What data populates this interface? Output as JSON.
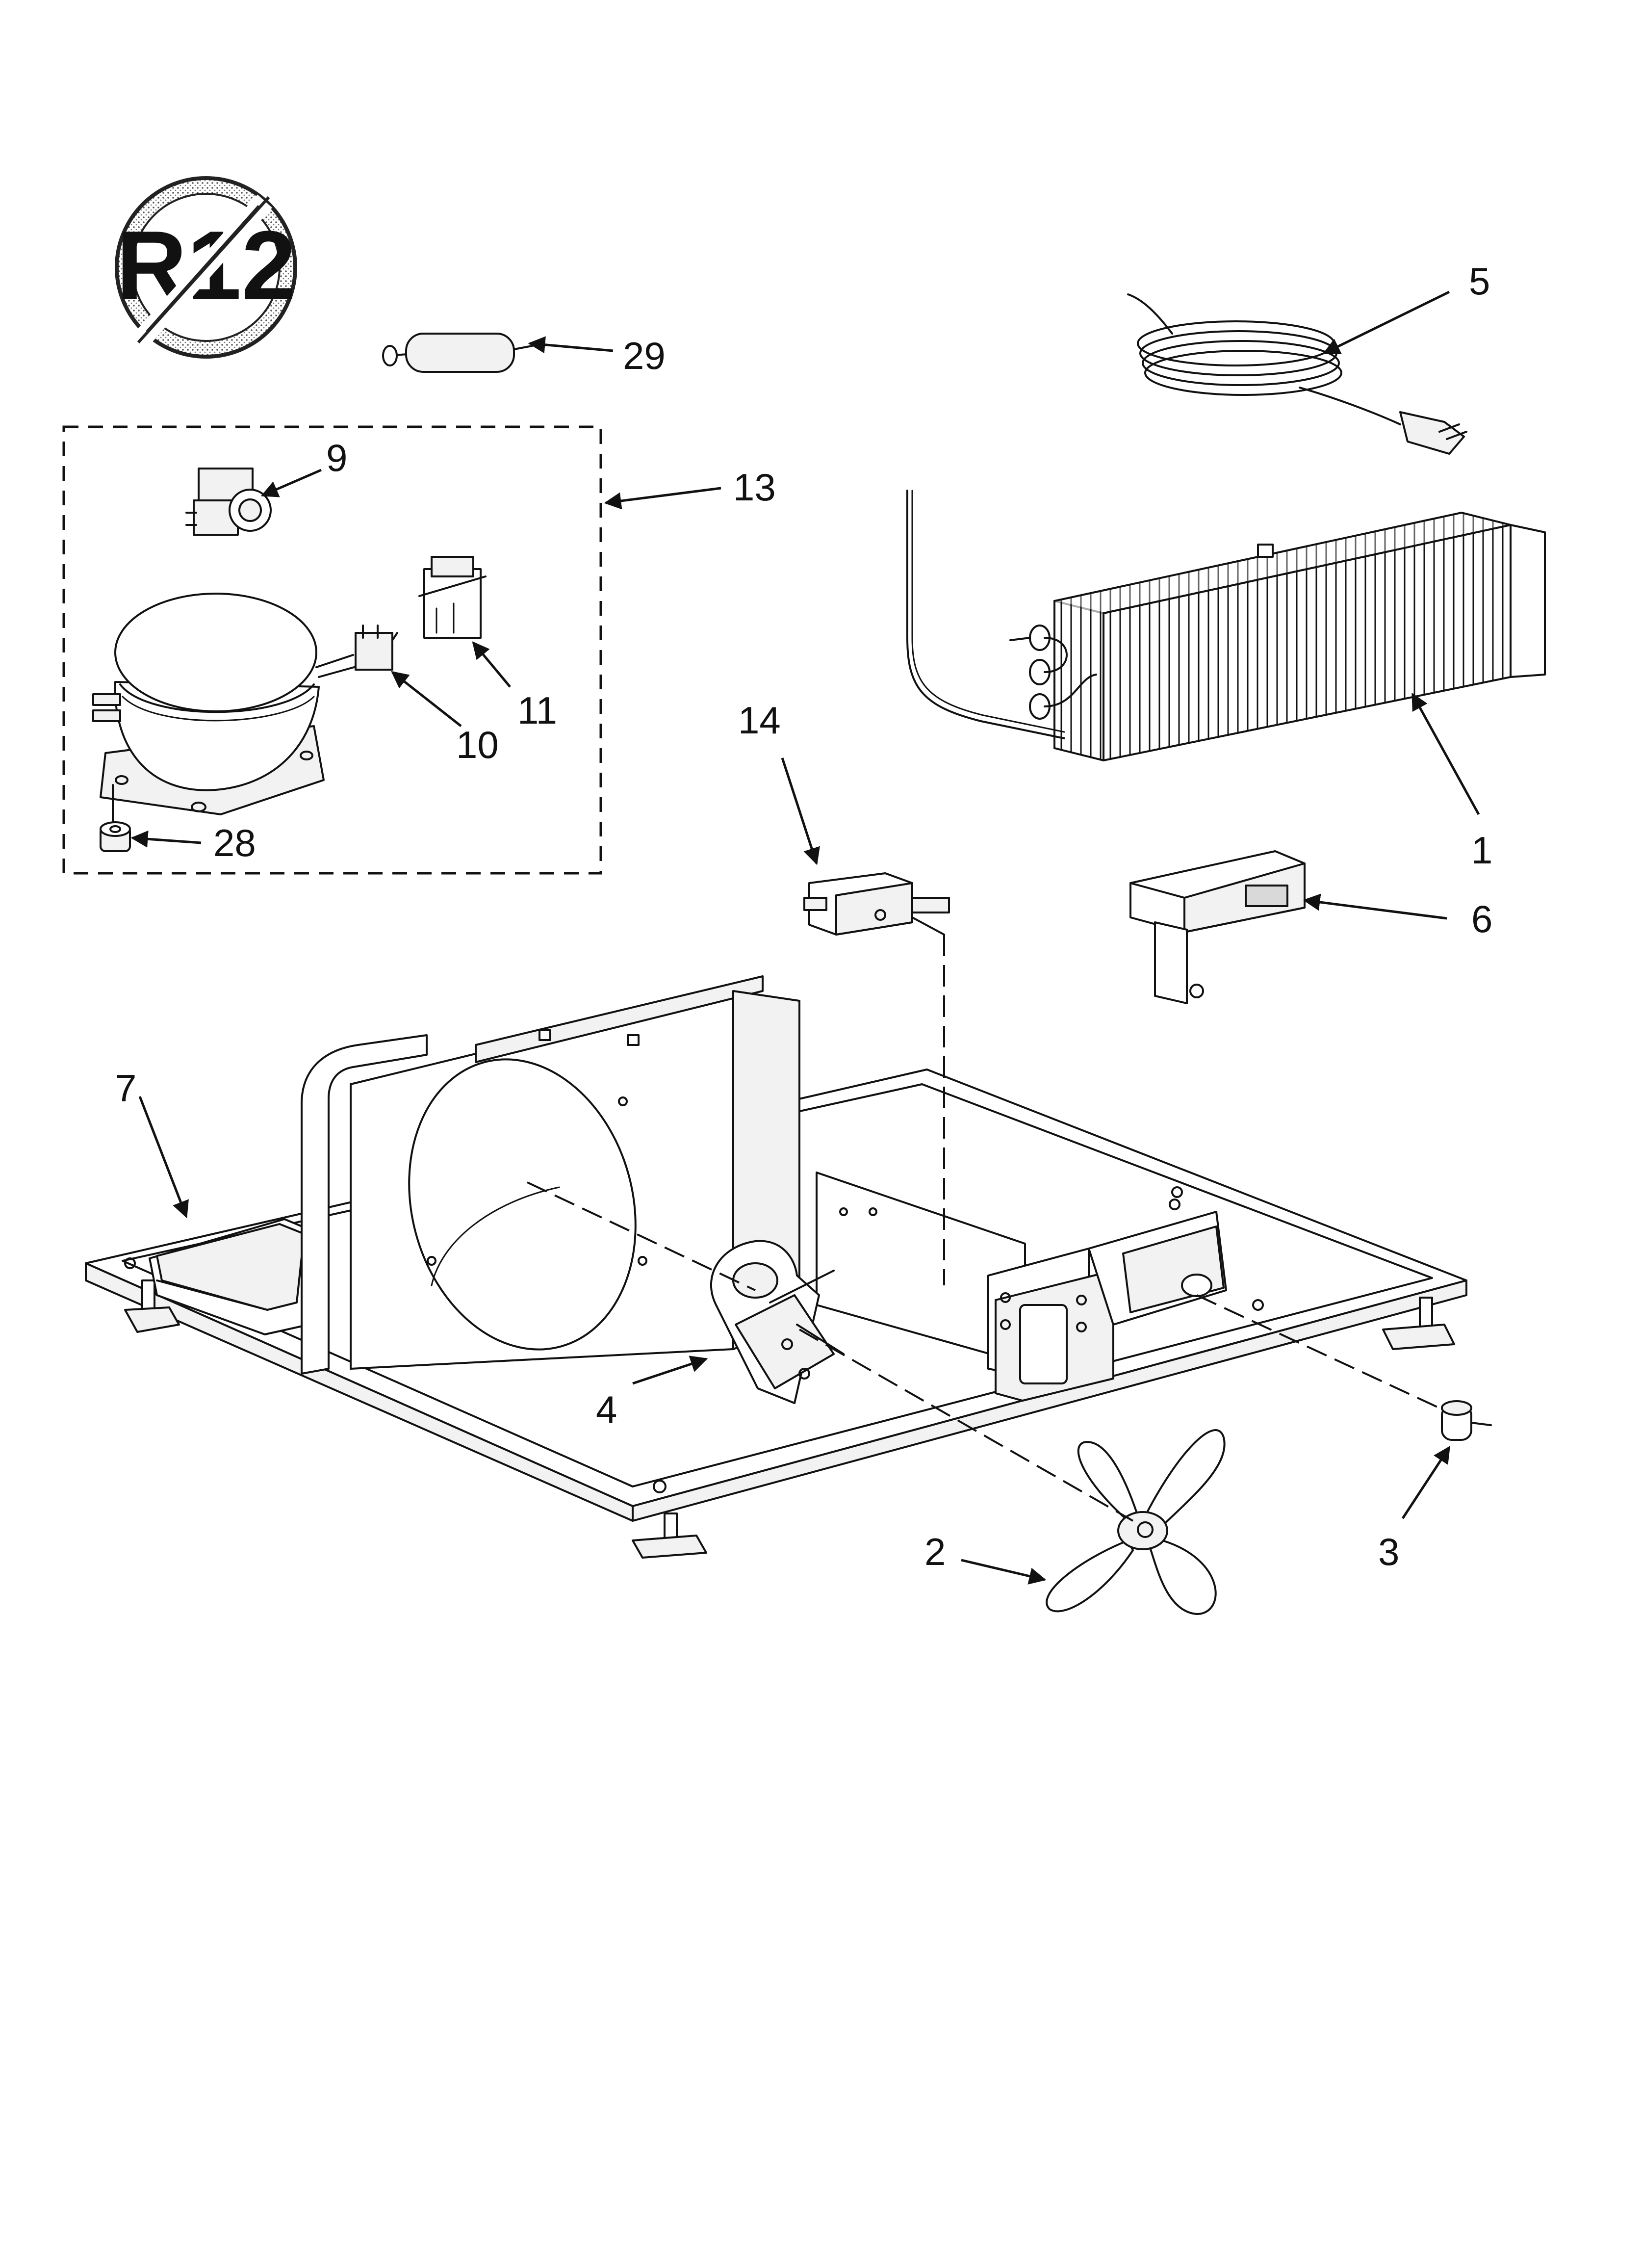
{
  "symbol": {
    "text": "R12",
    "icon": "no-r12-refrigerant-icon"
  },
  "callouts": [
    {
      "id": "1",
      "label": "1"
    },
    {
      "id": "2",
      "label": "2"
    },
    {
      "id": "3",
      "label": "3"
    },
    {
      "id": "4",
      "label": "4"
    },
    {
      "id": "5",
      "label": "5"
    },
    {
      "id": "6",
      "label": "6"
    },
    {
      "id": "7",
      "label": "7"
    },
    {
      "id": "9",
      "label": "9"
    },
    {
      "id": "10",
      "label": "10"
    },
    {
      "id": "11",
      "label": "11"
    },
    {
      "id": "13",
      "label": "13"
    },
    {
      "id": "14",
      "label": "14"
    },
    {
      "id": "28",
      "label": "28"
    },
    {
      "id": "29",
      "label": "29"
    }
  ]
}
